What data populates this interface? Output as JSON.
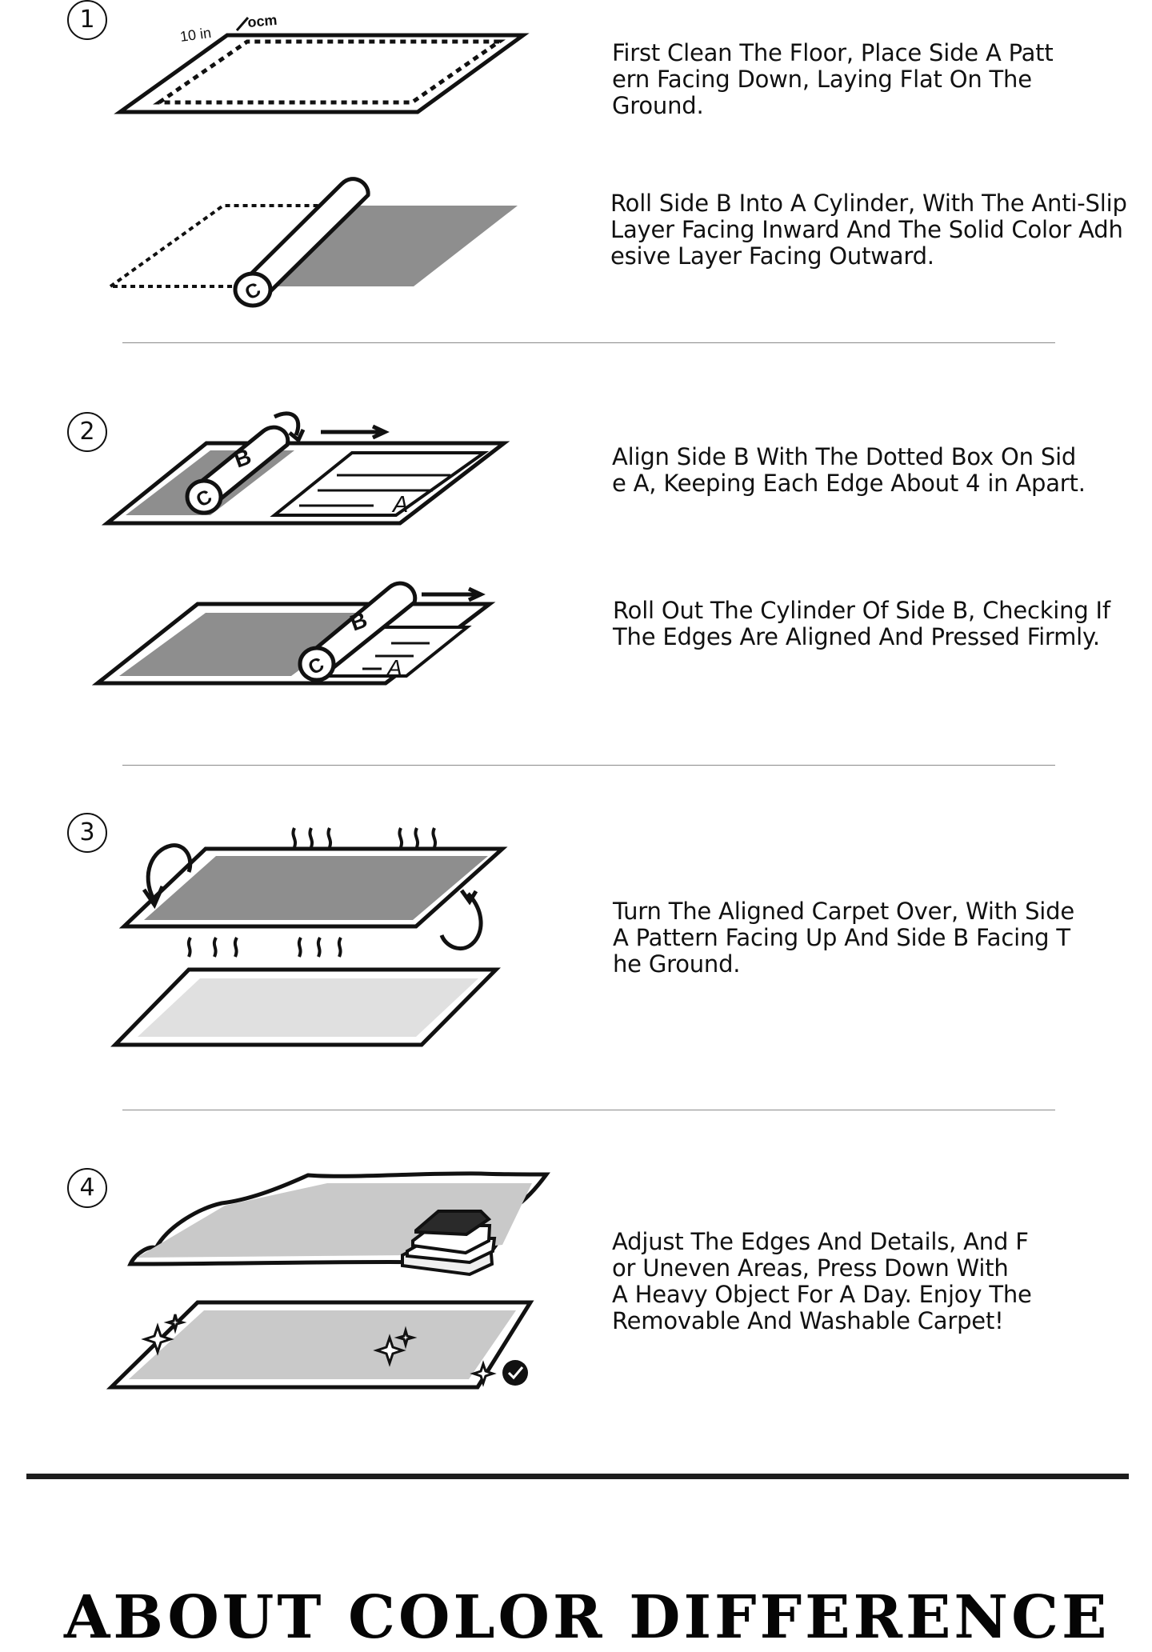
{
  "steps": [
    {
      "number": "1",
      "instructions": [
        "First Clean The Floor, Place Side A Patt\nern Facing Down, Laying Flat On The\nGround.",
        "Roll Side B Into A Cylinder, With The Anti-Slip\nLayer Facing Inward And The Solid Color Adh\nesive Layer Facing Outward."
      ],
      "measurement_labels": {
        "inches": "10 in",
        "centimeters": "ocm"
      },
      "roll_label": "C"
    },
    {
      "number": "2",
      "instructions": [
        "Align Side B With The Dotted Box On Sid\ne A, Keeping Each Edge About 4 in Apart.",
        "Roll Out The Cylinder Of Side B, Checking If\n The Edges Are Aligned And Pressed Firmly."
      ],
      "side_labels": {
        "roll_c": "C",
        "roll_b": "B",
        "mat_a": "A"
      }
    },
    {
      "number": "3",
      "instructions": [
        "Turn The Aligned Carpet Over, With Side\nA Pattern Facing Up And Side B Facing T\nhe Ground."
      ]
    },
    {
      "number": "4",
      "instructions": [
        "Adjust The Edges And Details, And F\nor Uneven Areas, Press Down With\nA Heavy Object For A Day. Enjoy The\n Removable And Washable Carpet!"
      ]
    }
  ],
  "section_heading": "ABOUT COLOR DIFFERENCE",
  "colors": {
    "line": "#111111",
    "dark_fill": "#8e8e8e",
    "light_fill": "#c9c9c9",
    "divider": "#8a8a8a"
  },
  "icons": [
    "circle-number-icon",
    "rolled-cylinder-icon",
    "arrow-icon",
    "rotation-arrow-icon",
    "sparkle-icon",
    "check-circle-icon",
    "book-stack-icon"
  ]
}
